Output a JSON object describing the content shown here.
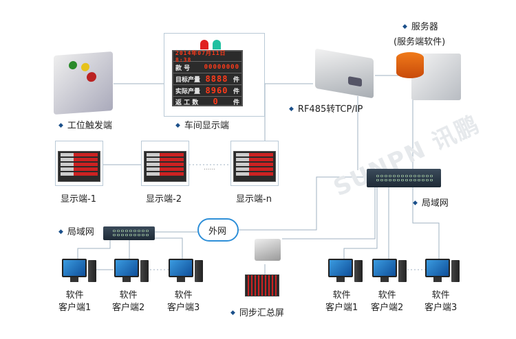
{
  "nodes": {
    "trigger": "工位触发端",
    "workshop_display": "车间显示端",
    "converter": "RF485转TCP/IP",
    "server": "服务器",
    "server_software": "(服务端软件)",
    "display_1": "显示端-1",
    "display_2": "显示端-2",
    "display_n": "显示端-n",
    "ellipsis": "......",
    "lan_right": "局域网",
    "lan_left": "局域网",
    "internet": "外网",
    "sync_screen": "同步汇总屏"
  },
  "board": {
    "date": "2014年07月11日 8:38",
    "rows": [
      {
        "label": "款 号",
        "value": "00000000",
        "unit": ""
      },
      {
        "label": "目标产量",
        "value": "8888",
        "unit": "件"
      },
      {
        "label": "实际产量",
        "value": "8960",
        "unit": "件"
      },
      {
        "label": "返 工 数",
        "value": "0",
        "unit": "件"
      }
    ]
  },
  "clients_left": [
    {
      "line1": "软件",
      "line2": "客户端1"
    },
    {
      "line1": "软件",
      "line2": "客户端2"
    },
    {
      "line1": "软件",
      "line2": "客户端3"
    }
  ],
  "clients_right": [
    {
      "line1": "软件",
      "line2": "客户端1"
    },
    {
      "line1": "软件",
      "line2": "客户端2"
    },
    {
      "line1": "软件",
      "line2": "客户端3"
    }
  ],
  "watermark": "SUNPN 讯鹏",
  "colors": {
    "line": "#9fb2c2",
    "bullet": "#1a4f8a",
    "led": "#ff3a1a",
    "cloud": "#2e8fd8"
  }
}
